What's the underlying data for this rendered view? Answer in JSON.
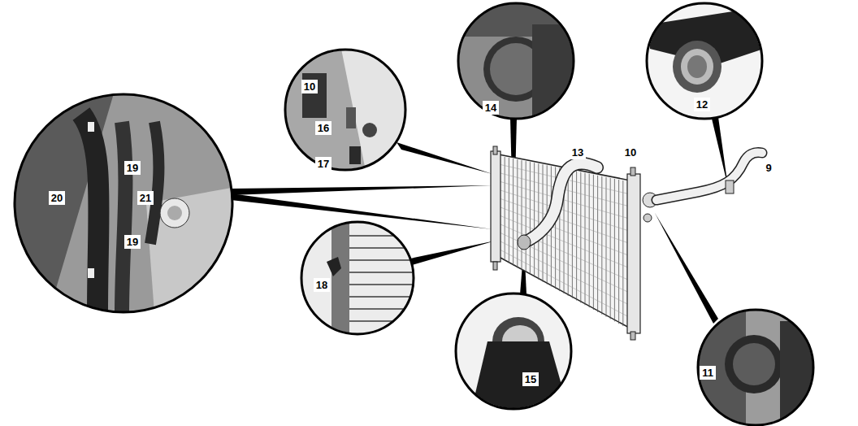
{
  "diagram": {
    "labels": [
      "20",
      "19",
      "21",
      "19",
      "10",
      "16",
      "17",
      "18",
      "14",
      "13",
      "10",
      "12",
      "9",
      "15",
      "11"
    ]
  }
}
